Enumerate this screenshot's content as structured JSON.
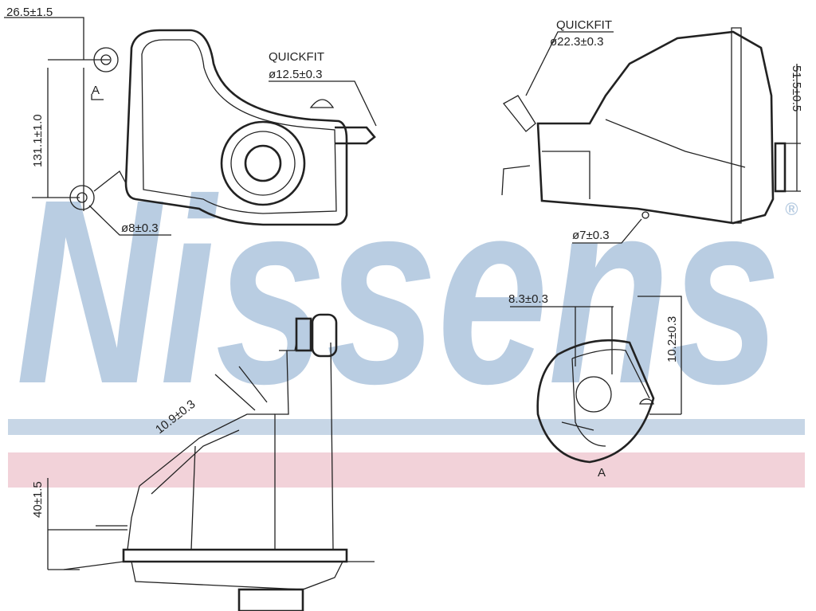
{
  "watermark": {
    "brand": "Nissens",
    "registered": "®",
    "stripe_blue": "#c7d6e6",
    "stripe_pink": "#f2d2d9",
    "text_color": "#b9cde2"
  },
  "top_left_view": {
    "dim_width": "26.5±1.5",
    "dim_height": "131.1±1.0",
    "section_label": "A",
    "quickfit_label": "QUICKFIT",
    "quickfit_diameter": "ø12.5±0.3",
    "mount_hole": "ø8±0.3"
  },
  "top_right_view": {
    "quickfit_label": "QUICKFIT",
    "quickfit_diameter": "ø22.3±0.3",
    "dim_height": "51.5±0.5",
    "hole": "ø7±0.3"
  },
  "detail_a": {
    "dim_width": "8.3±0.3",
    "dim_height": "10.2±0.3",
    "label": "A"
  },
  "bottom_view": {
    "dim_angle_pipe": "10.9±0.3",
    "dim_height": "40±1.5"
  }
}
